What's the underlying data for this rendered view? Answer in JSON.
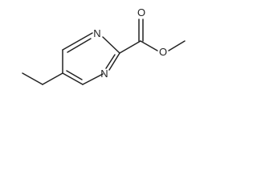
{
  "molecule": {
    "atoms": {
      "n1": "N",
      "n2": "N",
      "o_carbonyl": "O",
      "o_ester": "O"
    },
    "colors": {
      "bond": "#222222",
      "label": "#222222",
      "background": "#ffffff"
    }
  }
}
